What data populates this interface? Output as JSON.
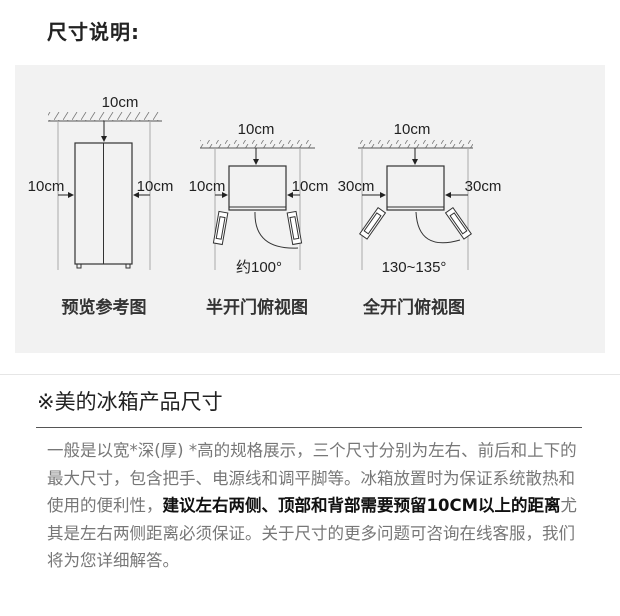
{
  "title": "尺寸说明:",
  "diagrams": [
    {
      "caption": "预览参考图",
      "top": "10cm",
      "left": "10cm",
      "right": "10cm"
    },
    {
      "caption": "半开门俯视图",
      "top": "10cm",
      "left": "10cm",
      "right": "10cm",
      "angle": "约100°"
    },
    {
      "caption": "全开门俯视图",
      "top": "10cm",
      "left": "30cm",
      "right": "30cm",
      "angle": "130~135°"
    }
  ],
  "section": {
    "heading": "※美的冰箱产品尺寸",
    "p1": "一般是以宽*深(厚) *高的规格展示，三个尺寸分别为左右、前后和上下的最大尺寸，包含把手、电源线和调平脚等。冰箱放置时为保证系统散热和使用的便利性，",
    "bold1": "建议左右两侧、顶部和背部需要预留10CM以上的距离",
    "p2": "尤其是左右两侧距离必须保证。关于尺寸的更多问题可咨询在线客服，我们将为您详细解答。"
  }
}
